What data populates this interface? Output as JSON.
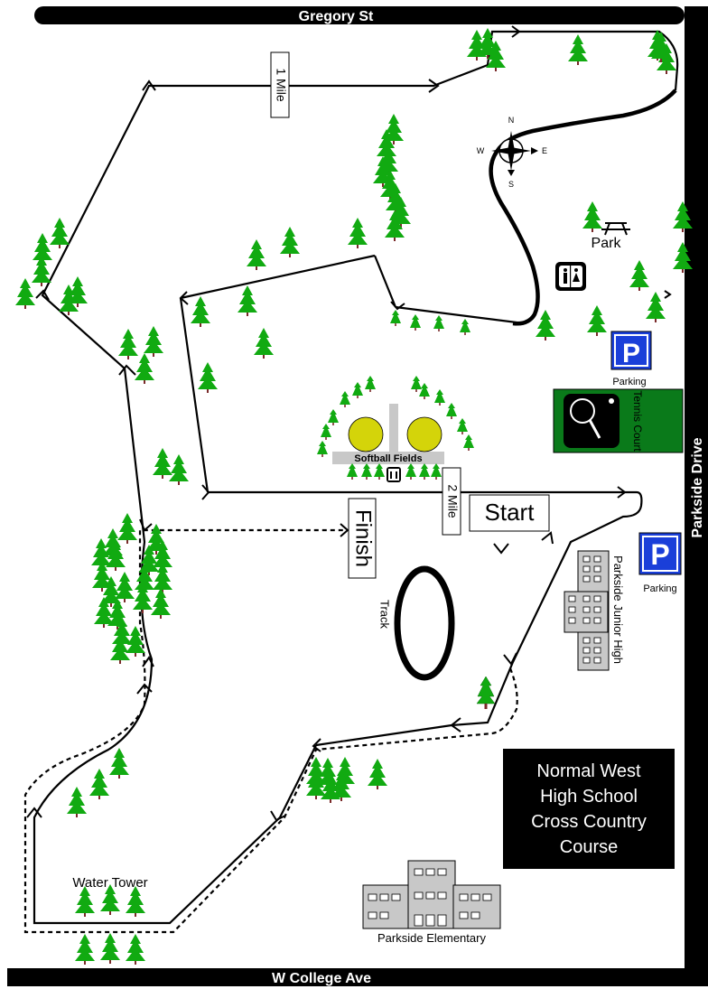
{
  "streets": {
    "top": "Gregory St",
    "bottom": "W College Ave",
    "right": "Parkside Drive"
  },
  "markers": {
    "mile1": "1 Mile",
    "mile2": "2 Mile",
    "start": "Start",
    "finish": "Finish"
  },
  "places": {
    "park": "Park",
    "parking_top": "Parking",
    "parking_right": "Parking",
    "tennis": "Tennis Court",
    "softball": "Softball Fields",
    "track": "Track",
    "junior_high": "Parkside Junior High",
    "water_tower": "Water Tower",
    "elementary": "Parkside Elementary"
  },
  "compass": {
    "n": "N",
    "s": "S",
    "e": "E",
    "w": "W"
  },
  "title": {
    "line1": "Normal West",
    "line2": "High School",
    "line3": "Cross Country",
    "line4": "Course"
  },
  "parking_symbol": "P",
  "colors": {
    "tree": "#11aa11",
    "trunk": "#7a2a2a",
    "softball": "#d4d40a",
    "tennis": "#0a7a1a",
    "parking": "#1a3fd9",
    "building": "#c8c8c8",
    "title_bg": "#000000"
  }
}
